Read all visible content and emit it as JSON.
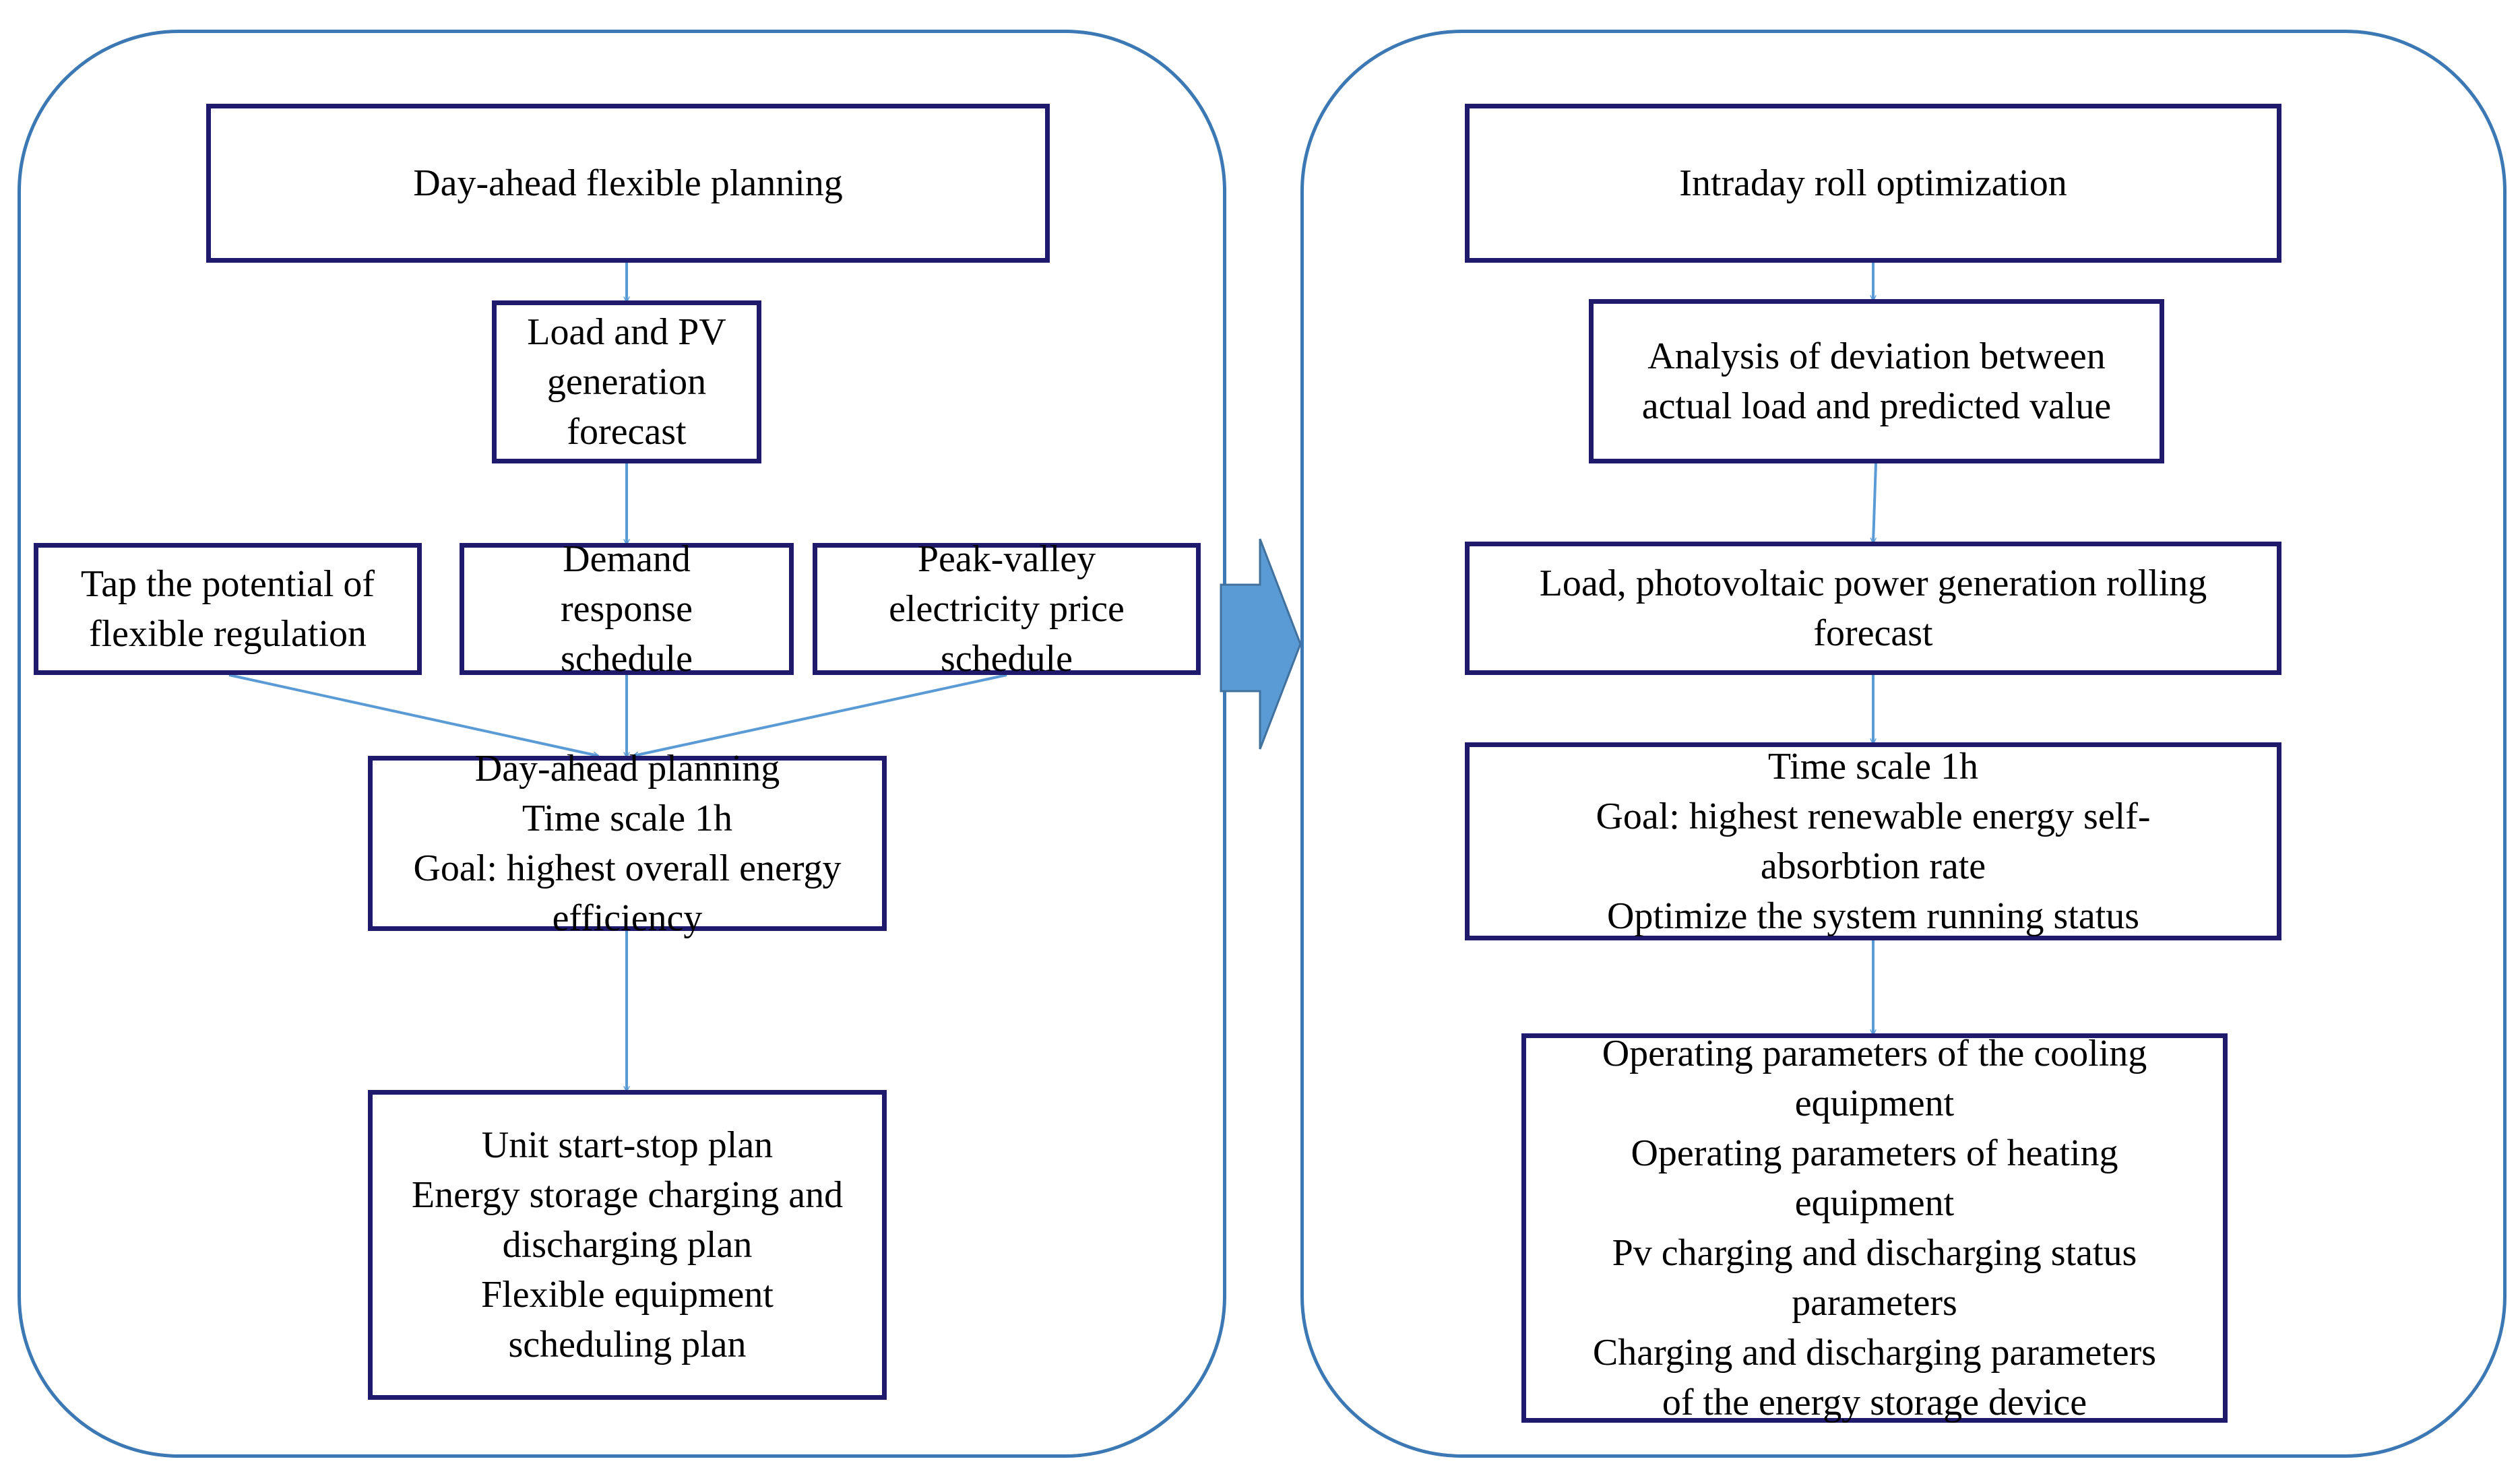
{
  "colors": {
    "panel_border": "#3c78b4",
    "box_border": "#1f1a6b",
    "arrow": "#5b9bd5",
    "big_arrow": "#5b9bd5"
  },
  "left": {
    "title": "Day-ahead flexible planning",
    "forecast": [
      "Load and PV",
      "generation",
      "forecast"
    ],
    "tap": [
      "Tap the potential of",
      "flexible regulation"
    ],
    "demand": [
      "Demand",
      "response",
      "schedule"
    ],
    "peak": [
      "Peak-valley",
      "electricity price",
      "schedule"
    ],
    "planning": [
      "Day-ahead planning",
      "Time scale 1h",
      "Goal: highest overall energy",
      "efficiency"
    ],
    "plan": [
      "Unit start-stop plan",
      "Energy storage charging and",
      "discharging plan",
      "Flexible equipment",
      "scheduling plan"
    ]
  },
  "right": {
    "title": "Intraday roll optimization",
    "deviation": [
      "Analysis of deviation between",
      "actual load and predicted value"
    ],
    "rolling": [
      "Load, photovoltaic power generation rolling",
      "forecast"
    ],
    "goal": [
      "Time scale 1h",
      "Goal: highest renewable energy self-",
      "absorbtion rate",
      "Optimize the system running status"
    ],
    "params": [
      "Operating parameters of the cooling",
      "equipment",
      "Operating parameters of heating",
      "equipment",
      "Pv charging and discharging status",
      "parameters",
      "Charging and discharging parameters",
      "of the energy storage device"
    ]
  }
}
